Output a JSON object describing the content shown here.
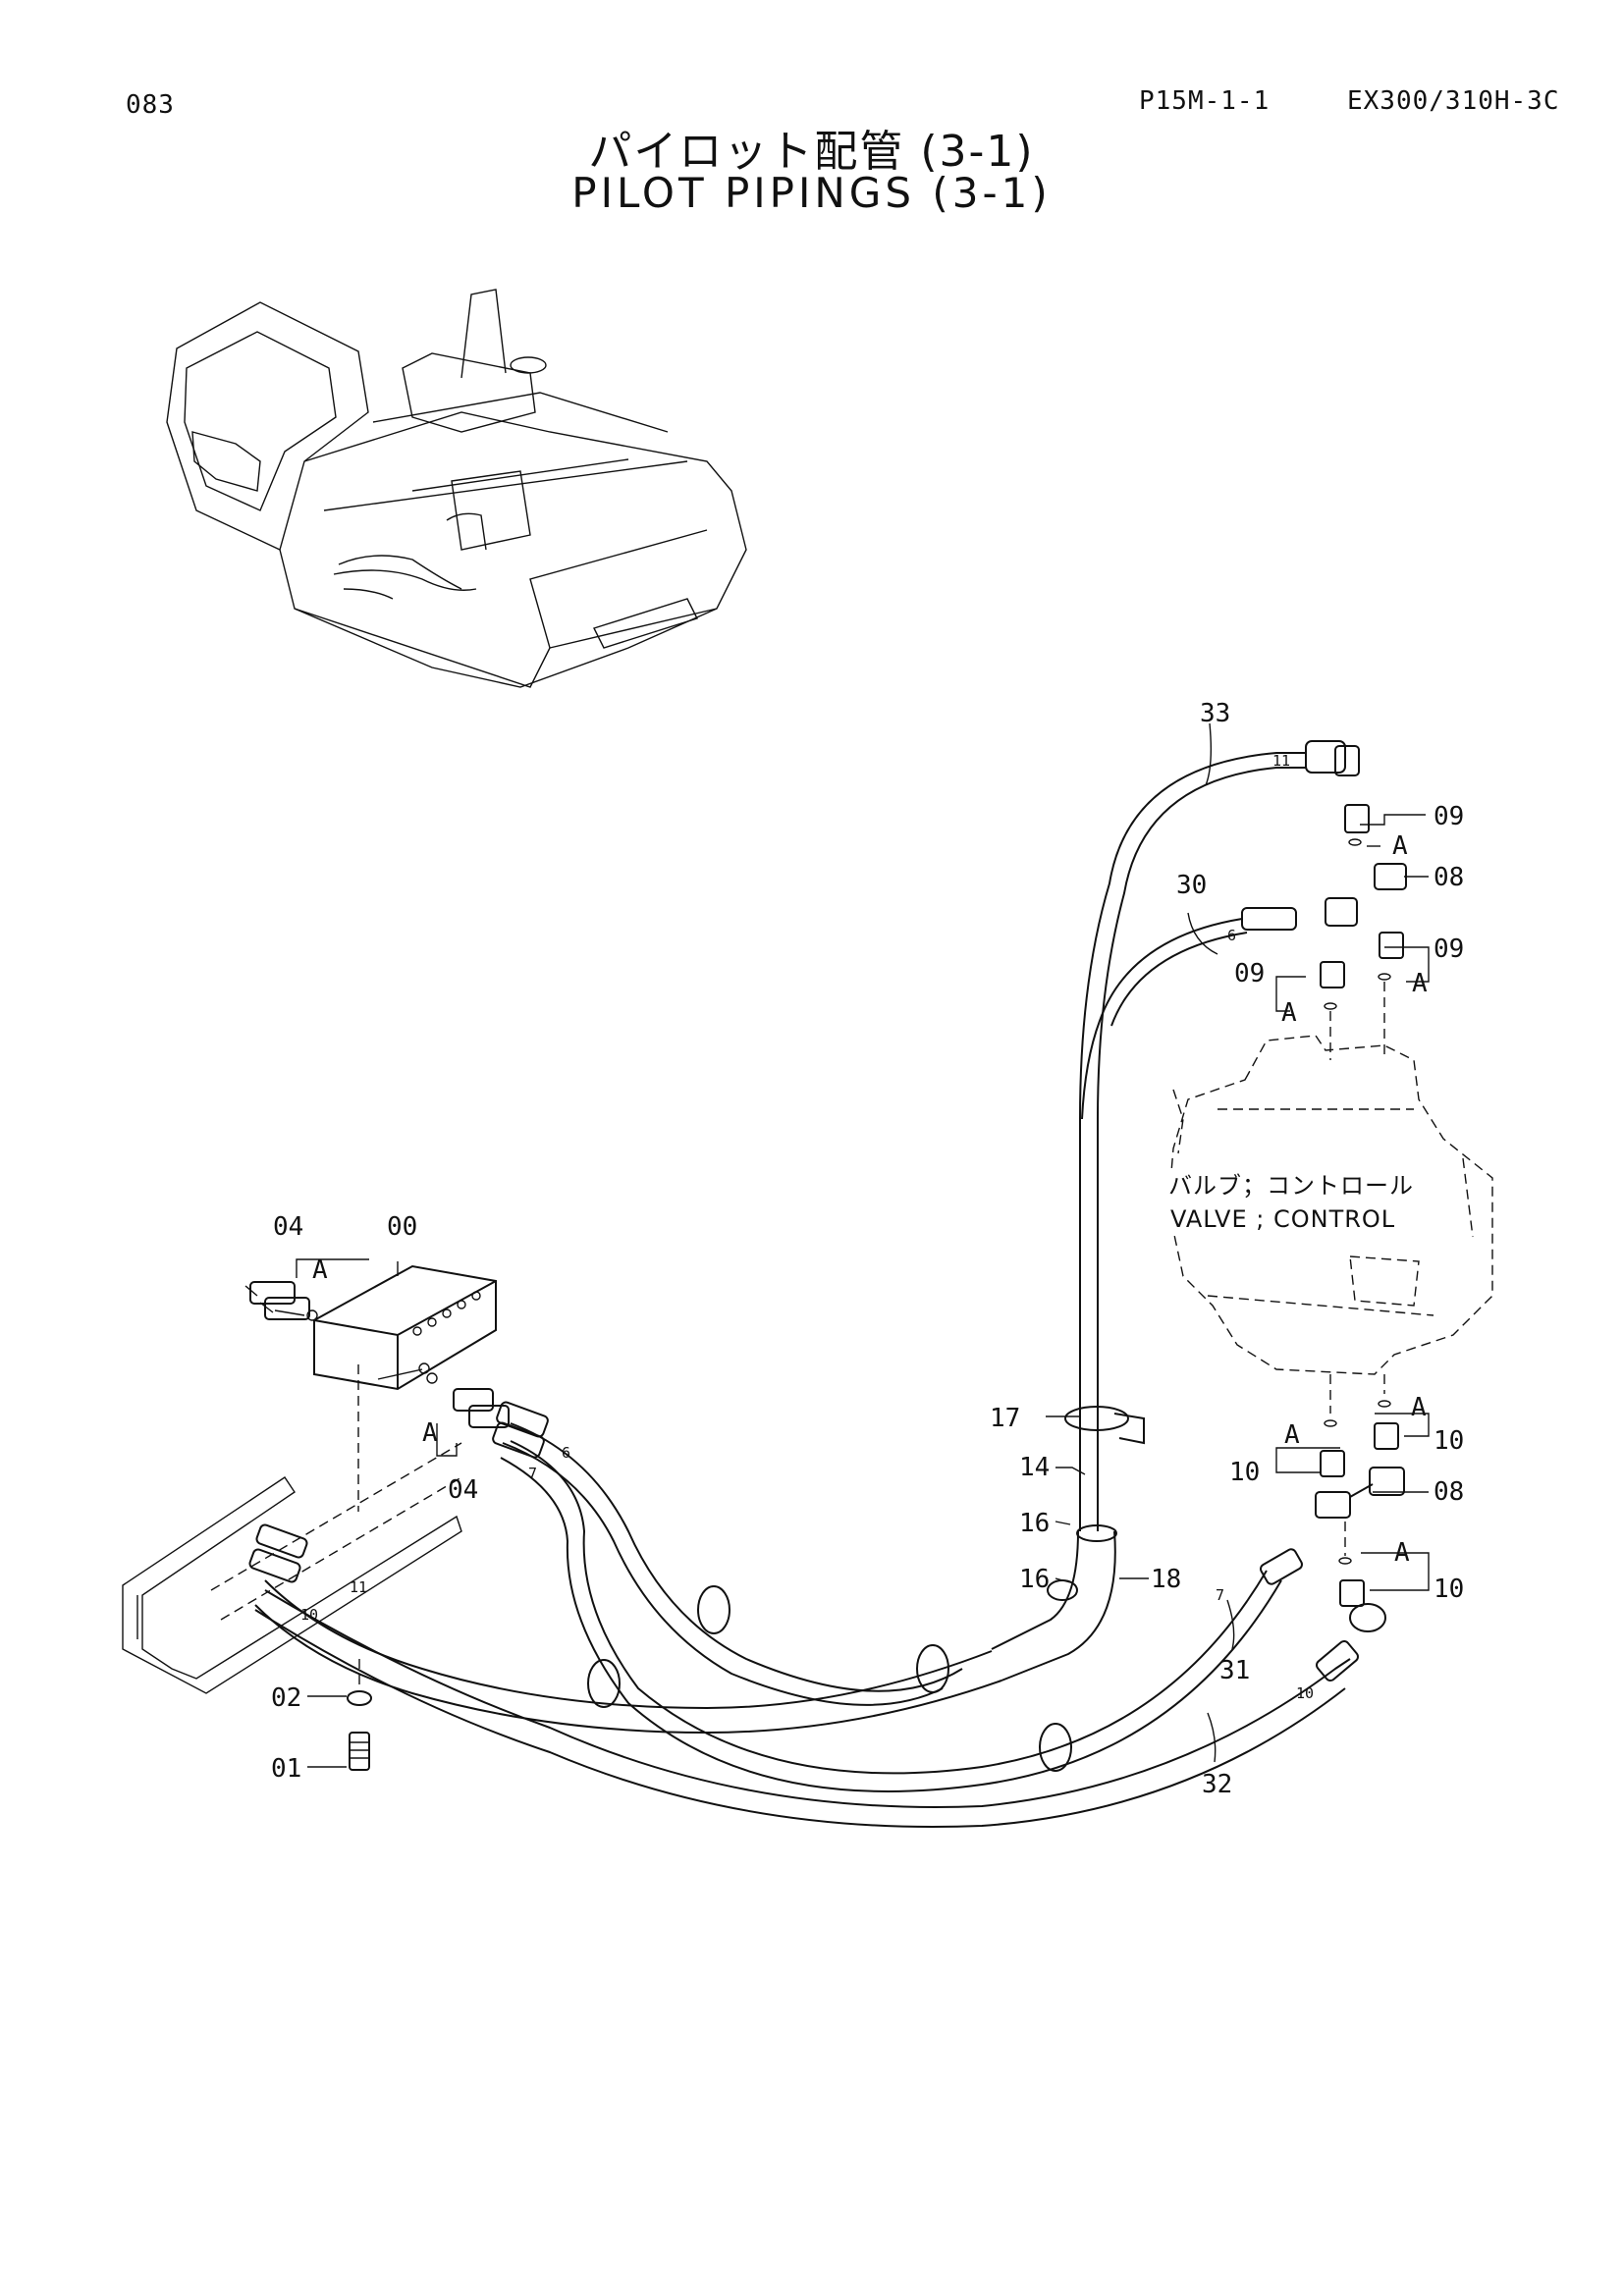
{
  "header": {
    "page_no": "083",
    "ref_code": "P15M-1-1",
    "model": "EX300/310H-3C"
  },
  "title": {
    "jp": "パイロット配管 (3-1)",
    "en": "PILOT PIPINGS (3-1)"
  },
  "valve_label": {
    "jp": "バルブ；コントロール",
    "en": "VALVE ; CONTROL"
  },
  "callouts": {
    "c33": "33",
    "c30": "30",
    "c09a": "09",
    "c08a": "08",
    "c09b": "09",
    "c09c": "09",
    "a1": "A",
    "a2": "A",
    "a3": "A",
    "c04a": "04",
    "c00": "00",
    "a4": "A",
    "a5": "A",
    "c04b": "04",
    "c17": "17",
    "c14": "14",
    "c16a": "16",
    "c16b": "16",
    "c18": "18",
    "c10a": "10",
    "c10b": "10",
    "c08b": "08",
    "c10c": "10",
    "a6": "A",
    "a7": "A",
    "a8": "A",
    "c31": "31",
    "c32": "32",
    "c02": "02",
    "c01": "01"
  },
  "hose_marks": {
    "m11a": "11",
    "m6a": "6",
    "m6b": "6",
    "m7a": "7",
    "m11b": "11",
    "m10a": "10",
    "m7b": "7",
    "m10b": "10"
  }
}
